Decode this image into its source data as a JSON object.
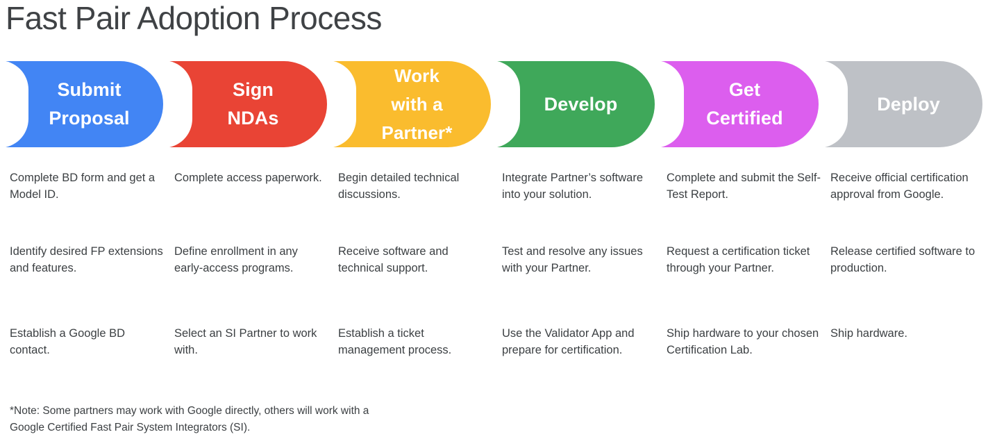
{
  "page": {
    "title": "Fast Pair Adoption Process",
    "footnote": "*Note: Some partners may work with Google directly, others will work with a\nGoogle Certified Fast Pair System Integrators (SI)."
  },
  "colors": {
    "title_text": "#3f4245",
    "body_text": "#3c4043",
    "banner_text": "#ffffff",
    "background": "#ffffff",
    "blue": "#4285f4",
    "red": "#e94435",
    "yellow": "#fabc2e",
    "green": "#3fa85a",
    "magenta": "#dc5eee",
    "gray": "#bec1c6"
  },
  "steps": [
    {
      "label": "Submit\nProposal",
      "color": "#4285f4",
      "color_name": "blue",
      "items": [
        "Complete BD form and get a Model ID.",
        "Identify desired FP extensions and features.",
        "Establish a Google BD contact."
      ]
    },
    {
      "label": "Sign\nNDAs",
      "color": "#e94435",
      "color_name": "red",
      "items": [
        "Complete access paperwork.",
        "Define enrollment in any early-access programs.",
        "Select an SI Partner to work with."
      ]
    },
    {
      "label": "Work\nwith a\nPartner*",
      "color": "#fabc2e",
      "color_name": "yellow",
      "items": [
        "Begin detailed technical discussions.",
        "Receive software and technical support.",
        "Establish a ticket management process."
      ]
    },
    {
      "label": "Develop",
      "color": "#3fa85a",
      "color_name": "green",
      "items": [
        "Integrate Partner’s software into your solution.",
        "Test and resolve any issues with your Partner.",
        "Use the Validator App and prepare for certification."
      ]
    },
    {
      "label": "Get\nCertified",
      "color": "#dc5eee",
      "color_name": "magenta",
      "items": [
        "Complete and submit the Self-Test Report.",
        "Request a certification ticket through your Partner.",
        "Ship hardware to your chosen Certification Lab."
      ]
    },
    {
      "label": "Deploy",
      "color": "#bec1c6",
      "color_name": "gray",
      "items": [
        "Receive official certification approval from Google.",
        "Release certified software to production.",
        "Ship hardware."
      ]
    }
  ]
}
